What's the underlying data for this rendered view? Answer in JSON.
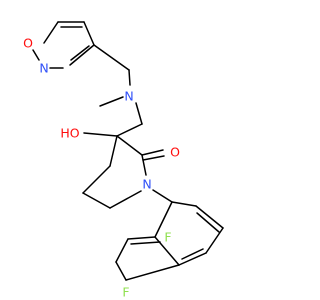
{
  "molecule": {
    "atoms": {
      "isox_O": {
        "text": "O",
        "color": "#ff0d0d"
      },
      "isox_N": {
        "text": "N",
        "color": "#3050f8"
      },
      "amine_N": {
        "text": "N",
        "color": "#3050f8"
      },
      "HO": {
        "text": "HO",
        "color": "#ff0d0d"
      },
      "C_O": {
        "text": "O",
        "color": "#ff0d0d"
      },
      "ring_N": {
        "text": "N",
        "color": "#3050f8"
      },
      "F1": {
        "text": "F",
        "color": "#90e050"
      },
      "F2": {
        "text": "F",
        "color": "#90e050"
      }
    }
  }
}
